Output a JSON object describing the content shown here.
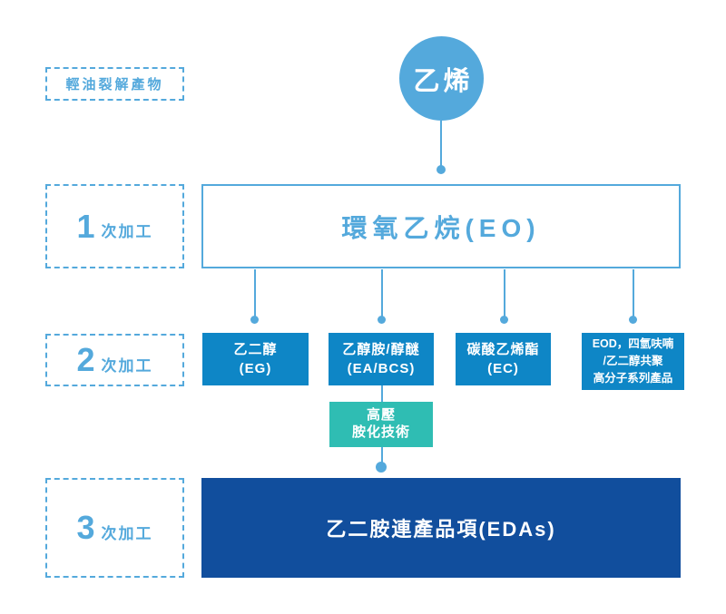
{
  "palette": {
    "light_blue": "#54A9DC",
    "medium_blue": "#0E86C6",
    "teal": "#2FBDB3",
    "dark_blue": "#114E9D",
    "white": "#FFFFFF"
  },
  "source_label": "輕油裂解產物",
  "root_node": "乙烯",
  "stages": [
    {
      "number": "1",
      "label": "次加工"
    },
    {
      "number": "2",
      "label": "次加工"
    },
    {
      "number": "3",
      "label": "次加工"
    }
  ],
  "primary_node": "環氧乙烷(EO)",
  "secondary_nodes": [
    {
      "line1": "乙二醇",
      "line2": "(EG)"
    },
    {
      "line1": "乙醇胺/醇醚",
      "line2": "(EA/BCS)"
    },
    {
      "line1": "碳酸乙烯酯",
      "line2": "(EC)"
    },
    {
      "line1": "EOD，四氫呋喃",
      "line2": "/乙二醇共聚",
      "line3": "高分子系列產品"
    }
  ],
  "technology_node": {
    "line1": "高壓",
    "line2": "胺化技術"
  },
  "tertiary_node": "乙二胺連產品項(EDAs)"
}
